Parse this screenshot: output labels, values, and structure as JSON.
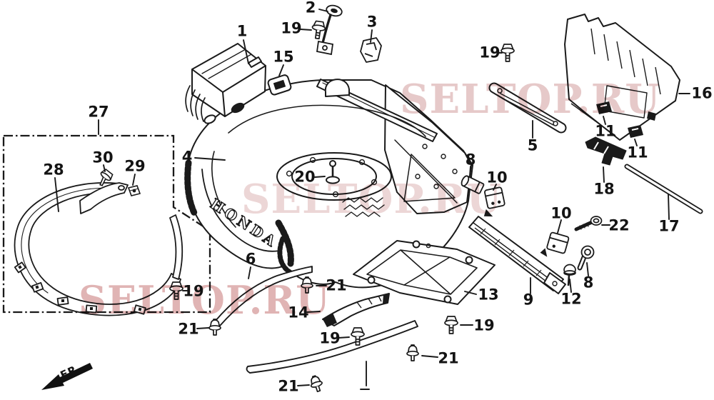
{
  "diagram": {
    "kind": "exploded-parts-diagram",
    "brand_embossed": "HONDA",
    "front_marker": "FR.",
    "watermark_text": "SELTOP.RU",
    "colors": {
      "line": "#1a1a1a",
      "background": "#ffffff",
      "watermark_pink": "#c98c8c",
      "solid_fill": "#111111"
    },
    "callouts": {
      "k1": "1",
      "k2": "2",
      "k3": "3",
      "k4": "4",
      "k5": "5",
      "k6": "6",
      "k8a": "8",
      "k8b": "8",
      "k9": "9",
      "k10a": "10",
      "k10b": "10",
      "k11a": "11",
      "k11b": "11",
      "k12": "12",
      "k13": "13",
      "k14": "14",
      "k15": "15",
      "k16": "16",
      "k17": "17",
      "k18": "18",
      "k19a": "19",
      "k19b": "19",
      "k19c": "19",
      "k19d": "19",
      "k19e": "19",
      "k20": "20",
      "k21a": "21",
      "k21b": "21",
      "k21c": "21",
      "k21d": "21",
      "k22": "22",
      "k27": "27",
      "k28": "28",
      "k29": "29",
      "k30": "30"
    }
  }
}
